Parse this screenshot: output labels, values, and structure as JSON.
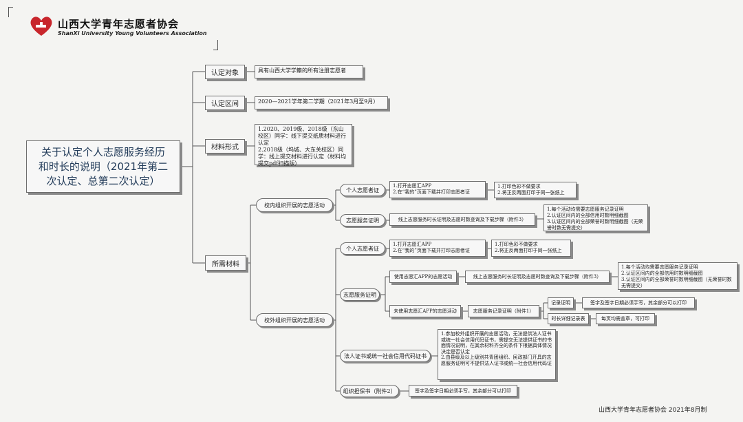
{
  "header": {
    "org_name_cn": "山西大学青年志愿者协会",
    "org_name_en": "ShanXi University Young Volunteers Association",
    "logo_color": "#c8262c"
  },
  "title": "关于认定个人志愿服务经历和时长的说明（2021年第二次认定、总第二次认定）",
  "branches": {
    "target": {
      "label": "认定对象",
      "detail": "具有山西大学学籍的所有注册志愿者"
    },
    "period": {
      "label": "认定区间",
      "detail": "2020—2021学年第二学期（2021年3月至9月）"
    },
    "format": {
      "label": "材料形式",
      "detail": "1.2020、2019级、2018级（东山校区）同学：线下提交纸质材料进行认定\n2.2018级（坞城、大东关校区）同学：线上提交材料进行认定（材料均提交pdf扫描版）"
    },
    "materials": {
      "label": "所需材料"
    }
  },
  "on_campus": {
    "label": "校内组织开展的志愿活动",
    "cert_label": "个人志愿者证",
    "cert_steps": "1.打开志愿汇APP\n2.在“我的”页面下载并打印志愿者证",
    "cert_print": "1.打印色彩不做要求\n2.将正反两面打印于同一张纸上",
    "proof_label": "志愿服务证明",
    "proof_steps": "线上志愿服务时长证明及志愿时数查询及下载步骤（附件3）",
    "proof_shots": "1.每个活动均需要志愿服务记录证明\n2.认证区间内的全部信用时数明细截图\n3.认证区间内的全部荣誉时数明细截图（无荣誉时数无需提交）"
  },
  "off_campus": {
    "label": "校外组织开展的志愿活动",
    "cert_label": "个人志愿者证",
    "cert_steps": "1.打开志愿汇APP\n2.在“我的”页面下载并打印志愿者证",
    "cert_print": "1.打印色彩不做要求\n2.将正反两面打印于同一张纸上",
    "proof_label": "志愿服务证明",
    "app_label": "使用志愿汇APP的志愿活动",
    "app_steps": "线上志愿服务时长证明及志愿时数查询及下载步骤（附件3）",
    "app_shots": "1.每个活动均需要志愿服务记录证明\n2.认证区间内的全部信用时数明细截图\n3.认证区间内的全部荣誉时数明细截图（无荣誉时数无需提交）",
    "noapp_label": "未使用志愿汇APP的志愿活动",
    "record_label": "志愿服务记录证明（附件1）",
    "record_cert": "记录证明",
    "record_cert_note": "签字及签字日期必须手写，其余部分可以打印",
    "record_table": "时长详细记录表",
    "record_table_note": "每页均需盖章，可打印",
    "license_label": "法人证书或统一社会信用代码证书",
    "license_note": "1.参加校外组织开展的志愿活动，无法提供法人证书或统一社会信用代码证书，需提交无法提供证书的书面情况说明，在其余材料齐全的条件下根据具体情况决定是否认定\n2.由县级及以上级别共青团组织、民政部门开具的志愿服务证明可不提供法人证书或统一社会信用代码证",
    "guarantee_label": "组织担保书（附件2）",
    "guarantee_note": "签字及签字日期必须手写，其余部分可以打印"
  },
  "footer": "山西大学青年志愿者协会 2021年8月制"
}
